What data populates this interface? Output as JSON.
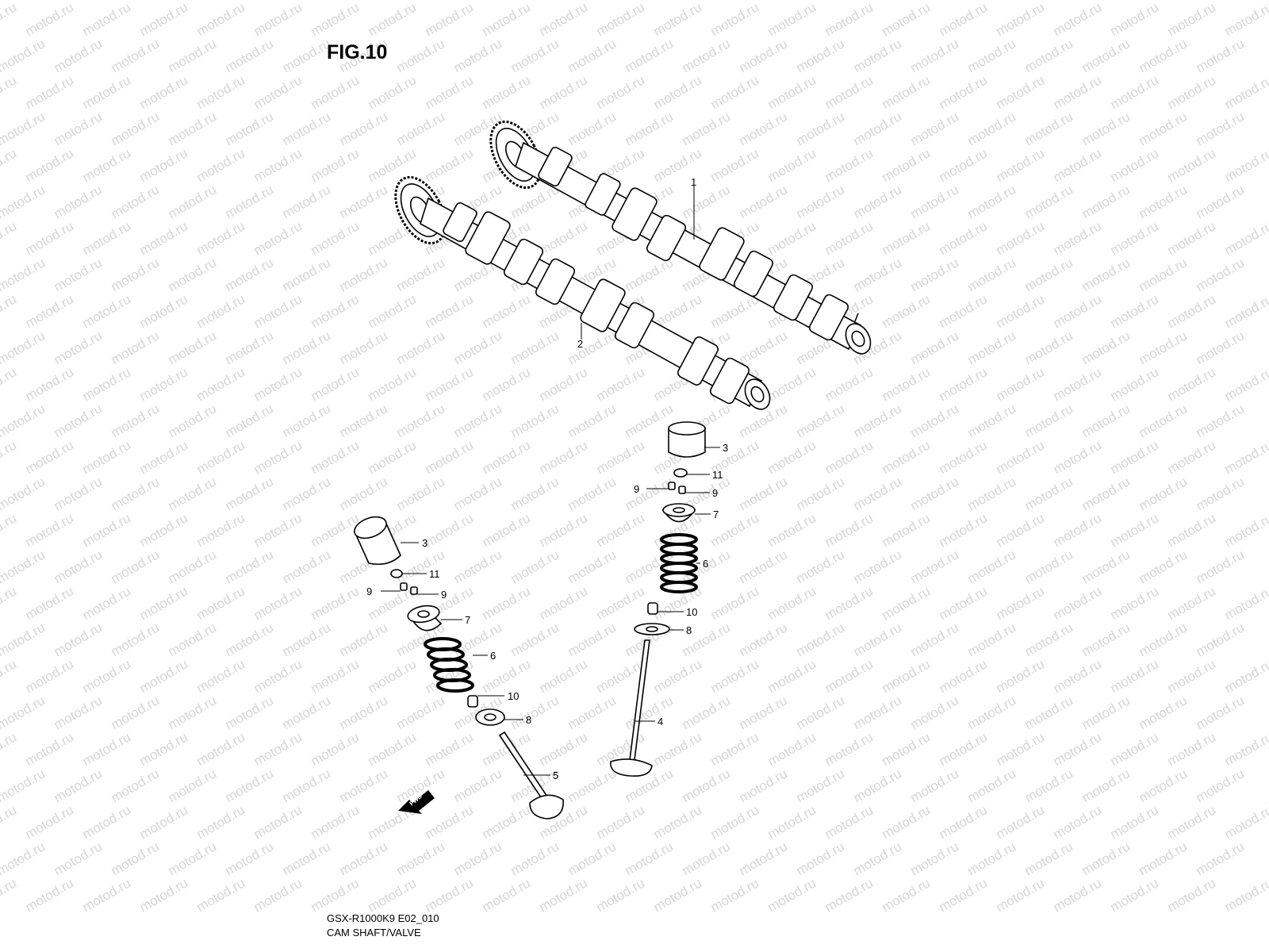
{
  "figure": {
    "title": "FIG.10",
    "model_code": "GSX-R1000K9 E02_010",
    "caption": "CAM SHAFT/VALVE"
  },
  "watermark": {
    "text": "motod.ru",
    "color": "#d6d6d6"
  },
  "direction_arrow": {
    "label": "FWD"
  },
  "callouts": [
    {
      "id": "c1",
      "label": "1"
    },
    {
      "id": "c2",
      "label": "2"
    },
    {
      "id": "c3a",
      "label": "3"
    },
    {
      "id": "c11a",
      "label": "11"
    },
    {
      "id": "c9a",
      "label": "9"
    },
    {
      "id": "c9b",
      "label": "9"
    },
    {
      "id": "c7a",
      "label": "7"
    },
    {
      "id": "c6a",
      "label": "6"
    },
    {
      "id": "c10a",
      "label": "10"
    },
    {
      "id": "c8a",
      "label": "8"
    },
    {
      "id": "c4",
      "label": "4"
    },
    {
      "id": "c3b",
      "label": "3"
    },
    {
      "id": "c11b",
      "label": "11"
    },
    {
      "id": "c9c",
      "label": "9"
    },
    {
      "id": "c9d",
      "label": "9"
    },
    {
      "id": "c7b",
      "label": "7"
    },
    {
      "id": "c6b",
      "label": "6"
    },
    {
      "id": "c10b",
      "label": "10"
    },
    {
      "id": "c8b",
      "label": "8"
    },
    {
      "id": "c5",
      "label": "5"
    }
  ]
}
